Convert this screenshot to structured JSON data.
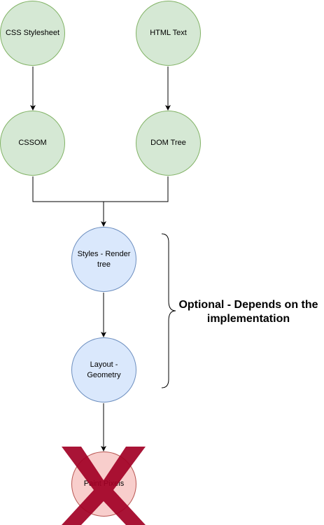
{
  "nodes": {
    "css_stylesheet": "CSS Stylesheet",
    "html_text": "HTML Text",
    "cssom": "CSSOM",
    "dom_tree": "DOM Tree",
    "styles_render_tree": "Styles - Render tree",
    "layout_geometry": "Layout - Geometry",
    "paint_pixels": "Paint Pixels"
  },
  "annotation": {
    "optional_note": "Optional - Depends on the implementation"
  },
  "colors": {
    "green_fill": "#d5e8d4",
    "green_stroke": "#82b366",
    "blue_fill": "#dae8fc",
    "blue_stroke": "#6c8ebf",
    "red_fill": "#f8cecc",
    "cross_mark": "#a20025"
  },
  "icons": {
    "cross": "cross-mark-icon"
  }
}
